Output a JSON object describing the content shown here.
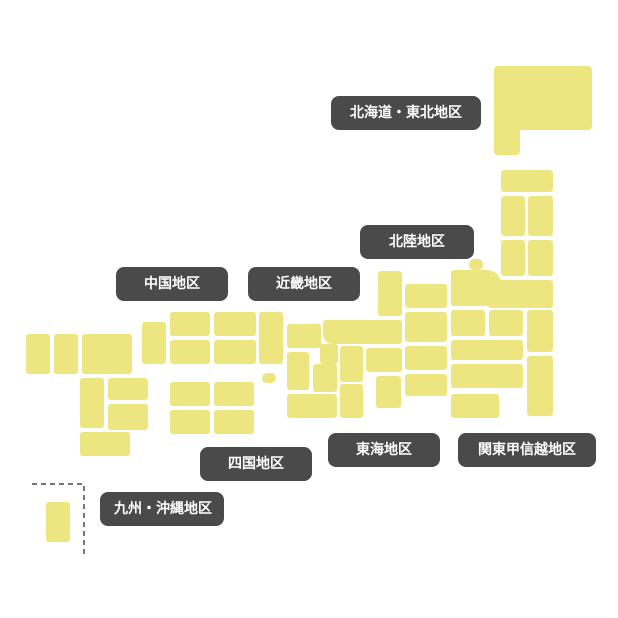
{
  "fill_color": "#ede580",
  "label_color": "#4a4a4a",
  "regions": {
    "hokkaido_tohoku": "北海道・東北地区",
    "hokuriku": "北陸地区",
    "chugoku": "中国地区",
    "kinki": "近畿地区",
    "shikoku": "四国地区",
    "tokai": "東海地区",
    "kanto_koshinetsu": "関東甲信越地区",
    "kyushu_okinawa": "九州・沖縄地区"
  }
}
